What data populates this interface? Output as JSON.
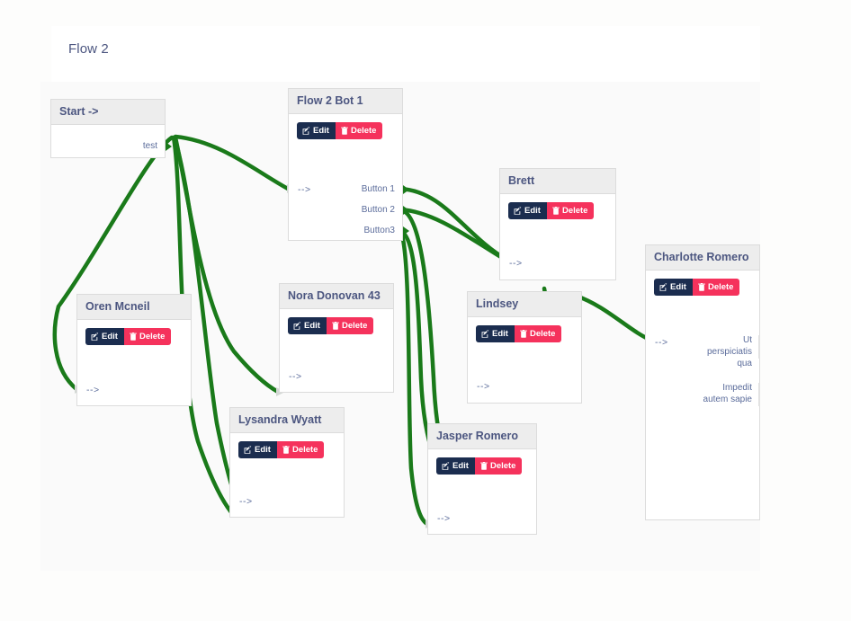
{
  "header": {
    "title": "Flow 2"
  },
  "colors": {
    "edge": "#1a7a1a",
    "edit_button": "#1b2d4f",
    "delete_button": "#f5325c",
    "node_header": "#ededed",
    "canvas": "#fafafa",
    "title_text": "#4c5680"
  },
  "labels": {
    "edit": "Edit",
    "delete": "Delete",
    "input_port": "-->"
  },
  "nodes": [
    {
      "id": "start",
      "title": "Start ->",
      "has_buttons": false,
      "inputs": [],
      "outputs": [
        "test"
      ]
    },
    {
      "id": "flow-2-bot-1",
      "title": "Flow 2 Bot 1",
      "has_buttons": true,
      "inputs": [
        "-->"
      ],
      "outputs": [
        "Button 1",
        "Button 2",
        "Button3"
      ]
    },
    {
      "id": "oren-mcneil",
      "title": "Oren Mcneil",
      "has_buttons": true,
      "inputs": [
        "-->"
      ],
      "outputs": []
    },
    {
      "id": "nora-donovan-43",
      "title": "Nora Donovan 43",
      "has_buttons": true,
      "inputs": [
        "-->"
      ],
      "outputs": []
    },
    {
      "id": "lysandra-wyatt",
      "title": "Lysandra Wyatt",
      "has_buttons": true,
      "inputs": [
        "-->"
      ],
      "outputs": []
    },
    {
      "id": "jasper-romero",
      "title": "Jasper Romero",
      "has_buttons": true,
      "inputs": [
        "-->"
      ],
      "outputs": []
    },
    {
      "id": "brett",
      "title": "Brett",
      "has_buttons": true,
      "inputs": [
        "-->"
      ],
      "outputs": []
    },
    {
      "id": "lindsey",
      "title": "Lindsey",
      "has_buttons": true,
      "inputs": [
        "-->"
      ],
      "outputs": []
    },
    {
      "id": "charlotte-romero",
      "title": "Charlotte Romero",
      "has_buttons": true,
      "inputs": [
        "-->"
      ],
      "outputs": [
        "Ut perspiciatis qua",
        "Impedit autem sapie"
      ]
    }
  ]
}
